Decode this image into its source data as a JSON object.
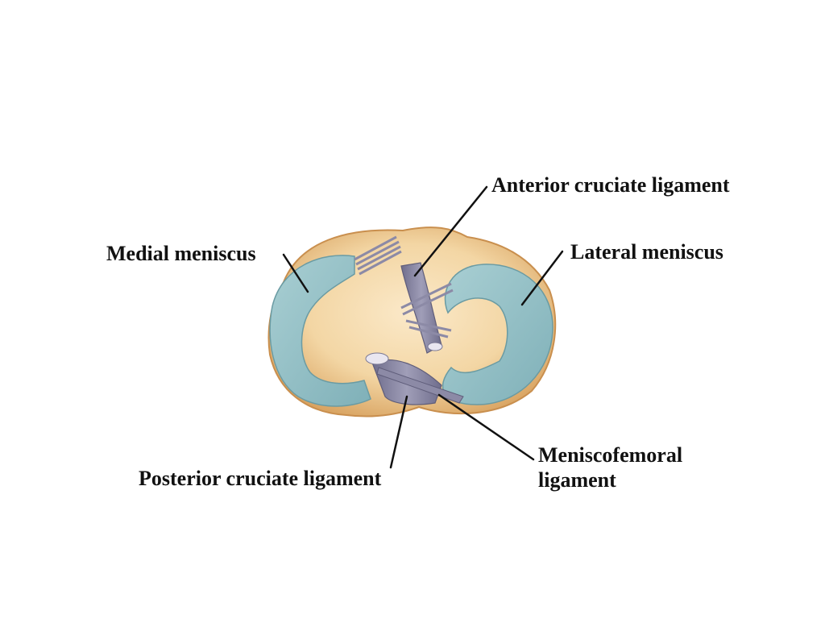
{
  "labels": {
    "anterior_cruciate": "Anterior cruciate ligament",
    "lateral_meniscus": "Lateral meniscus",
    "medial_meniscus": "Medial meniscus",
    "posterior_cruciate": "Posterior cruciate ligament",
    "meniscofemoral_line1": "Meniscofemoral",
    "meniscofemoral_line2": "ligament"
  },
  "colors": {
    "background": "#ffffff",
    "tibial_plateau": "#f3d6a4",
    "plateau_rim": "#c98f4e",
    "meniscus": "#8fbcc2",
    "ligament": "#8c8aa6",
    "leader_line": "#111111"
  }
}
